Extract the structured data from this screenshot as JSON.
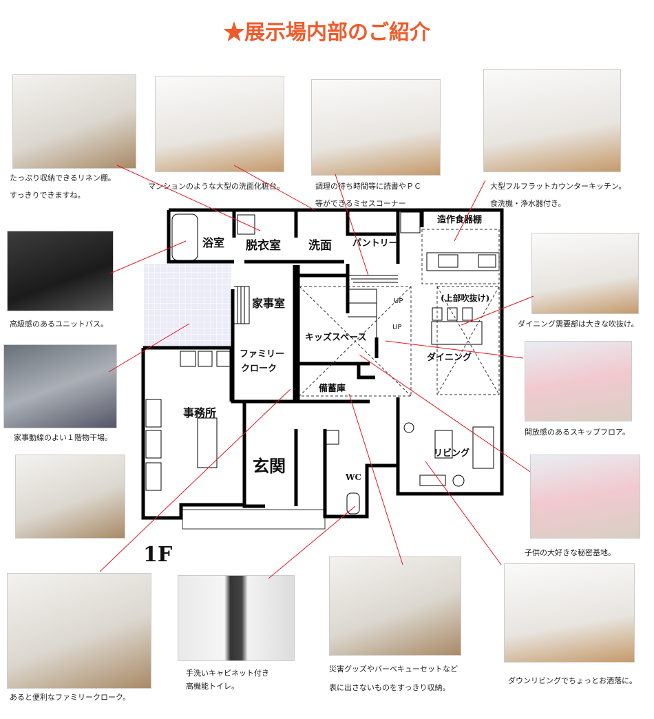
{
  "title": "★展示場内部のご紹介",
  "floor": "1F",
  "rooms": {
    "bath": "浴室",
    "dressing": "脱衣室",
    "washroom": "洗面",
    "pantry": "パントリー",
    "cupboard": "造作食器棚",
    "housework": "家事室",
    "atrium": "(上部吹抜け)",
    "up1": "UP",
    "up2": "UP",
    "kids": "キッズスペース",
    "dining": "ダイニング",
    "cloak1": "ファミリー",
    "cloak2": "クローク",
    "storage": "備蓄庫",
    "office": "事務所",
    "entrance": "玄関",
    "wc": "WC",
    "living": "リビング"
  },
  "captions": {
    "linen": [
      "たっぷり収納できるリネン棚。",
      "すっきりできますね。"
    ],
    "washstand": [
      "マンションのような大型の洗面化粧台。"
    ],
    "mrs": [
      "調理の待ち時間等に読書やＰＣ",
      "等ができるミセスコーナー"
    ],
    "kitchen": [
      "大型フルフラットカウンターキッチン。",
      "食洗機・浄水器付き。"
    ],
    "bath": [
      "高級感のあるユニットバス。"
    ],
    "dining": [
      "ダイニング需要部は大きな吹抜け。"
    ],
    "drying": [
      "家事動線のよい１階物干場。"
    ],
    "skip": [
      "開放感のあるスキップフロア。"
    ],
    "kids": [
      "子供の大好きな秘密基地。"
    ],
    "cloak": [
      "あると便利なファミリークローク。"
    ],
    "toilet": [
      "手洗いキャビネット付き",
      "高機能トイレ。"
    ],
    "storage": [
      "災害グッズやバーベキューセットなど",
      "表に出さないものをすっきり収納。"
    ],
    "living": [
      "ダウンリビングでちょっとお洒落に。"
    ]
  },
  "colors": {
    "title": "#ef5b2b",
    "leader": "#e8141c",
    "tile": "#ececf8"
  }
}
